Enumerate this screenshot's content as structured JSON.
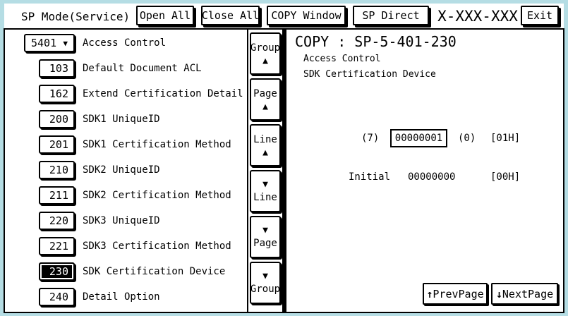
{
  "colors": {
    "frame_background": "#b5dde4",
    "panel_background": "#ffffff",
    "border": "#000000",
    "selected_background": "#000000",
    "selected_text": "#ffffff"
  },
  "titlebar": {
    "title": "SP Mode(Service)",
    "open_all_label": "Open All",
    "close_all_label": "Close All",
    "copy_window_label": "COPY Window",
    "sp_direct_label": "SP Direct",
    "machine_code": "X-XXX-XXX",
    "exit_label": "Exit"
  },
  "sp_list": {
    "group": {
      "code": "5401",
      "dropdown_icon": "▼",
      "label": "Access Control"
    },
    "items": [
      {
        "code": "103",
        "label": "Default Document ACL",
        "selected": false
      },
      {
        "code": "162",
        "label": "Extend Certification Detail",
        "selected": false
      },
      {
        "code": "200",
        "label": "SDK1 UniqueID",
        "selected": false
      },
      {
        "code": "201",
        "label": "SDK1 Certification Method",
        "selected": false
      },
      {
        "code": "210",
        "label": "SDK2 UniqueID",
        "selected": false
      },
      {
        "code": "211",
        "label": "SDK2 Certification Method",
        "selected": false
      },
      {
        "code": "220",
        "label": "SDK3 UniqueID",
        "selected": false
      },
      {
        "code": "221",
        "label": "SDK3 Certification Method",
        "selected": false
      },
      {
        "code": "230",
        "label": "SDK Certification Device",
        "selected": true
      },
      {
        "code": "240",
        "label": "Detail Option",
        "selected": false
      }
    ]
  },
  "nav_column": {
    "buttons": [
      {
        "label": "Group",
        "arrow": "▲"
      },
      {
        "label": "Page",
        "arrow": "▲"
      },
      {
        "label": "Line",
        "arrow": "▲"
      },
      {
        "label": "Line",
        "arrow": "▼"
      },
      {
        "label": "Page",
        "arrow": "▼"
      },
      {
        "label": "Group",
        "arrow": "▼"
      }
    ]
  },
  "detail": {
    "title": "COPY : SP-5-401-230",
    "group_name": "Access Control",
    "sp_name": "SDK Certification Device",
    "value_row": {
      "max": "(7)",
      "value": "00000001",
      "min": "(0)",
      "hex": "[01H]"
    },
    "initial_row": {
      "label": "Initial",
      "value": "00000000",
      "hex": "[00H]"
    },
    "prev_page": {
      "icon": "↑",
      "label": "PrevPage"
    },
    "next_page": {
      "icon": "↓",
      "label": "NextPage"
    }
  }
}
